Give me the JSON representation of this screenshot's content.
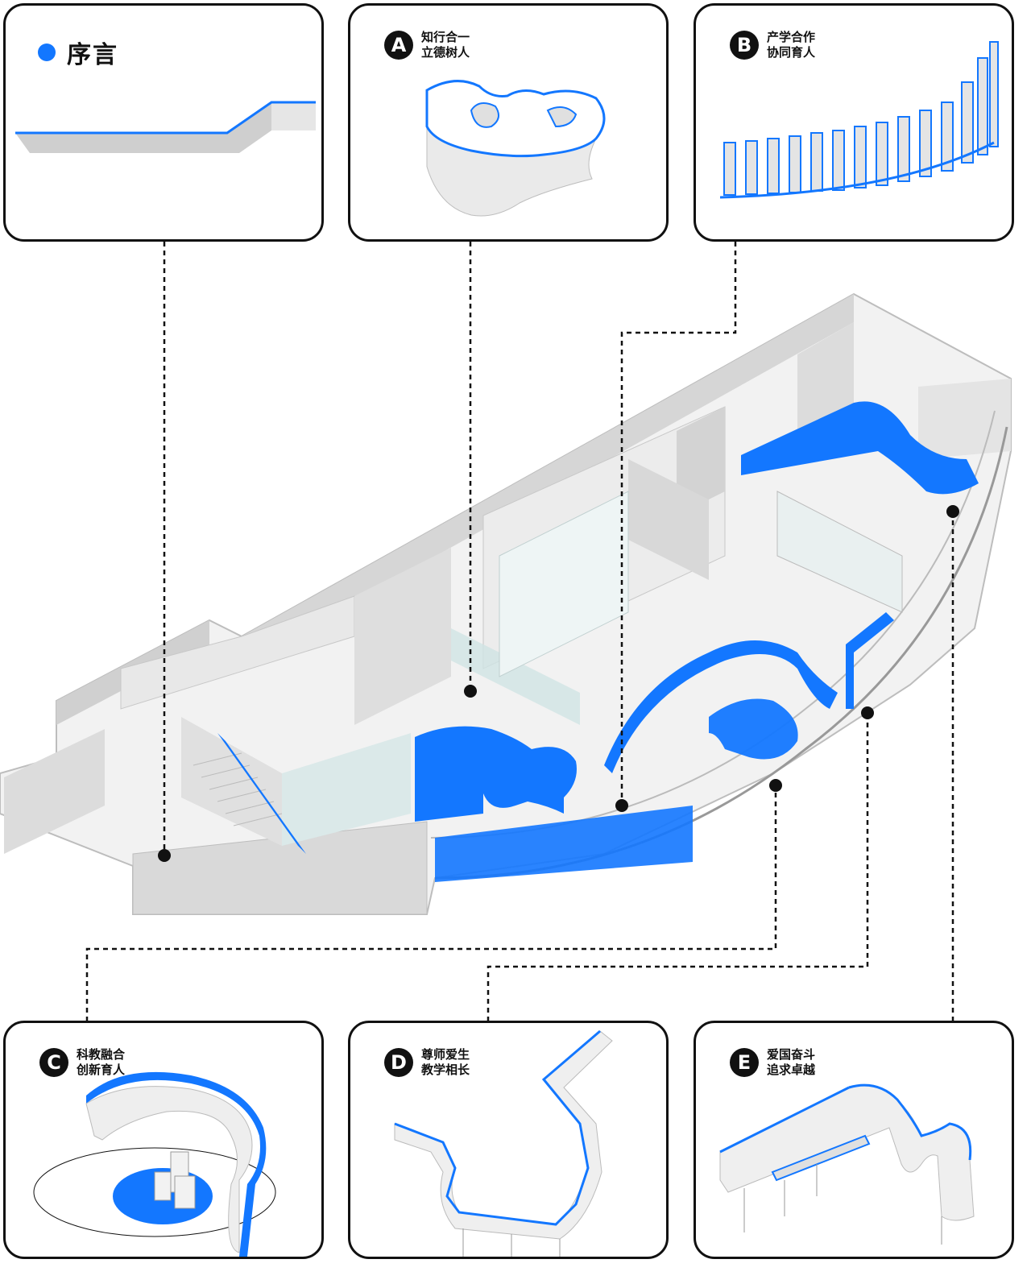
{
  "colors": {
    "accent": "#1377ff",
    "wall": "#e6e6e6",
    "wall_dark": "#c9c9c9",
    "line": "#111111"
  },
  "preface": {
    "label": "序言"
  },
  "zones": [
    {
      "letter": "A",
      "line1": "知行合一",
      "line2": "立德树人"
    },
    {
      "letter": "B",
      "line1": "产学合作",
      "line2": "协同育人"
    },
    {
      "letter": "C",
      "line1": "科教融合",
      "line2": "创新育人"
    },
    {
      "letter": "D",
      "line1": "尊师爱生",
      "line2": "教学相长"
    },
    {
      "letter": "E",
      "line1": "爱国奋斗",
      "line2": "追求卓越"
    }
  ]
}
